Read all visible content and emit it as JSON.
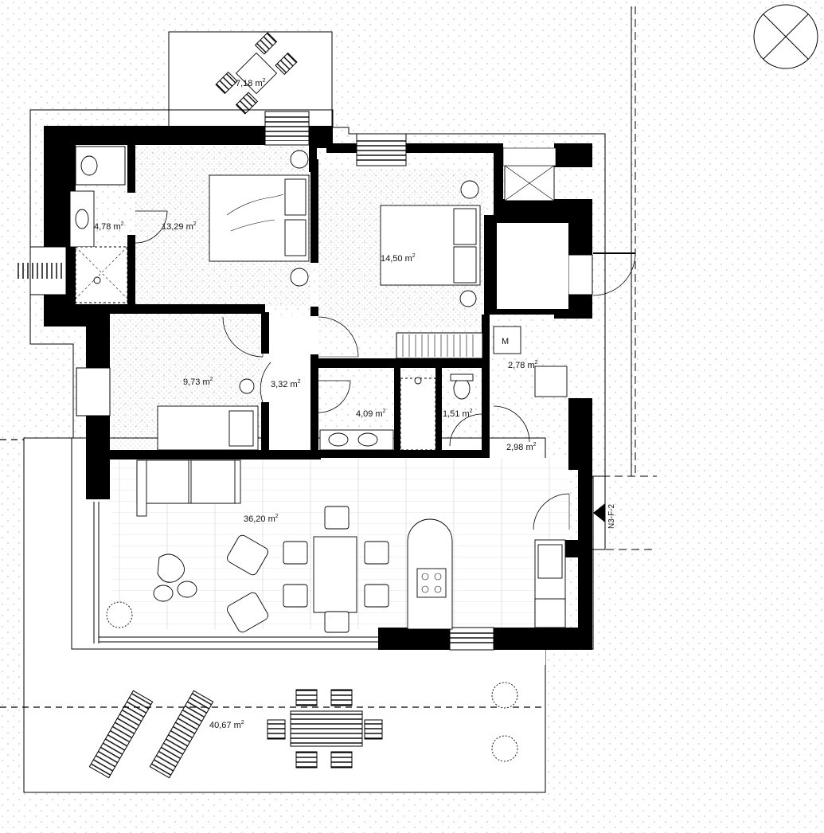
{
  "plan": {
    "rooms": [
      {
        "id": "balcony",
        "area": "7,18",
        "unit": "m",
        "exp": "2"
      },
      {
        "id": "bathroom-nw",
        "area": "4,78",
        "unit": "m",
        "exp": "2"
      },
      {
        "id": "bedroom-1",
        "area": "13,29",
        "unit": "m",
        "exp": "2"
      },
      {
        "id": "bedroom-2",
        "area": "14,50",
        "unit": "m",
        "exp": "2"
      },
      {
        "id": "bedroom-3",
        "area": "9,73",
        "unit": "m",
        "exp": "2"
      },
      {
        "id": "hallway",
        "area": "3,32",
        "unit": "m",
        "exp": "2"
      },
      {
        "id": "bathroom",
        "area": "4,09",
        "unit": "m",
        "exp": "2"
      },
      {
        "id": "wc",
        "area": "1,51",
        "unit": "m",
        "exp": "2"
      },
      {
        "id": "utility",
        "area": "2,78",
        "unit": "m",
        "exp": "2"
      },
      {
        "id": "entrance",
        "area": "2,98",
        "unit": "m",
        "exp": "2"
      },
      {
        "id": "living",
        "area": "36,20",
        "unit": "m",
        "exp": "2"
      },
      {
        "id": "terrace",
        "area": "40,67",
        "unit": "m",
        "exp": "2"
      }
    ],
    "meter_label": "M",
    "section_ref": "N3-F-2",
    "colors": {
      "wall": "#000000",
      "background": "#ffffff",
      "dots": "#c8c8c8"
    }
  }
}
